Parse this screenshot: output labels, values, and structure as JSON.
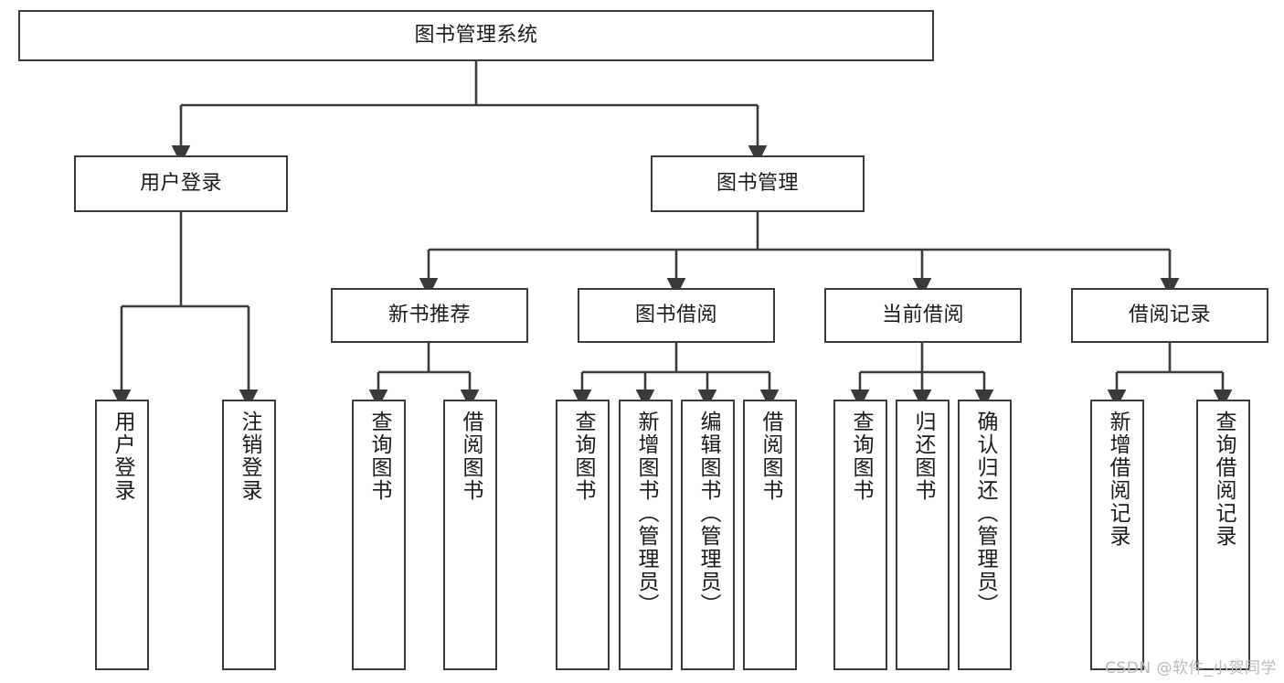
{
  "diagram": {
    "title": "图书管理系统",
    "type": "tree-hierarchy-chart",
    "colors": {
      "box_stroke": "#3a3a3a",
      "box_fill": "#ffffff",
      "edge": "#3a3a3a",
      "text": "#1a1a1a",
      "watermark": "#b9b9b9",
      "background": "#ffffff"
    }
  },
  "root": {
    "label": "图书管理系统"
  },
  "level2": [
    {
      "label": "用户登录"
    },
    {
      "label": "图书管理"
    }
  ],
  "level3": [
    {
      "label": "新书推荐"
    },
    {
      "label": "图书借阅"
    },
    {
      "label": "当前借阅"
    },
    {
      "label": "借阅记录"
    }
  ],
  "leaves": {
    "user_login": [
      {
        "label": "用户登录"
      },
      {
        "label": "注销登录"
      }
    ],
    "new_book_recommend": [
      {
        "label": "查询图书"
      },
      {
        "label": "借阅图书"
      }
    ],
    "book_borrow": [
      {
        "label": "查询图书"
      },
      {
        "label": "新增图书（管理员）"
      },
      {
        "label": "编辑图书（管理员）"
      },
      {
        "label": "借阅图书"
      }
    ],
    "current_borrow": [
      {
        "label": "查询图书"
      },
      {
        "label": "归还图书"
      },
      {
        "label": "确认归还（管理员）"
      }
    ],
    "borrow_record": [
      {
        "label": "新增借阅记录"
      },
      {
        "label": "查询借阅记录"
      }
    ]
  },
  "watermark": {
    "text": "CSDN @软件_小贺同学"
  }
}
